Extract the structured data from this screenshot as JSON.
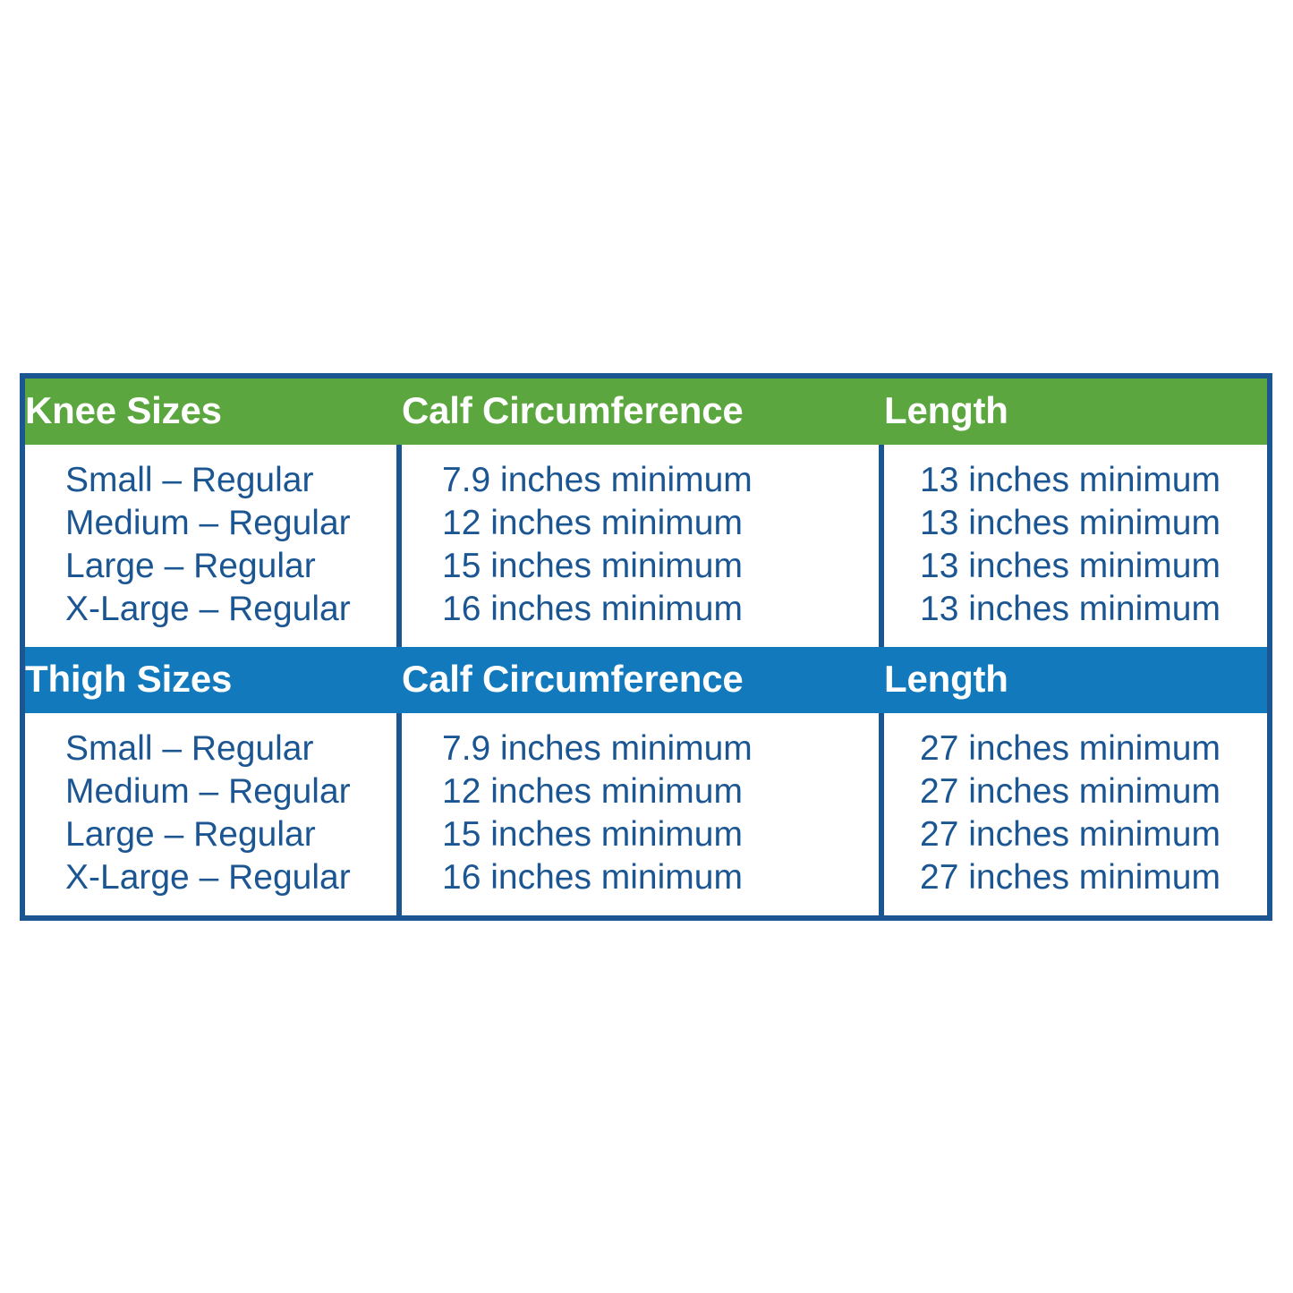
{
  "colors": {
    "border": "#1b5693",
    "text": "#1b5693",
    "knee_header_bg": "#5ba63f",
    "thigh_header_bg": "#1279bd",
    "header_text": "#ffffff",
    "page_bg": "#ffffff"
  },
  "table": {
    "sections": [
      {
        "id": "knee",
        "accent": "#5ba63f",
        "headers": [
          "Knee Sizes",
          "Calf Circumference",
          "Length"
        ],
        "rows": [
          [
            "Small – Regular",
            "7.9 inches minimum",
            "13 inches minimum"
          ],
          [
            "Medium – Regular",
            "12 inches minimum",
            "13 inches minimum"
          ],
          [
            "Large – Regular",
            "15 inches minimum",
            "13 inches minimum"
          ],
          [
            "X-Large – Regular",
            "16 inches minimum",
            "13 inches minimum"
          ]
        ]
      },
      {
        "id": "thigh",
        "accent": "#1279bd",
        "headers": [
          "Thigh Sizes",
          "Calf Circumference",
          "Length"
        ],
        "rows": [
          [
            "Small – Regular",
            "7.9 inches minimum",
            "27 inches minimum"
          ],
          [
            "Medium – Regular",
            "12 inches minimum",
            "27 inches minimum"
          ],
          [
            "Large – Regular",
            "15 inches minimum",
            "27 inches minimum"
          ],
          [
            "X-Large – Regular",
            "16 inches minimum",
            "27 inches minimum"
          ]
        ]
      }
    ]
  }
}
